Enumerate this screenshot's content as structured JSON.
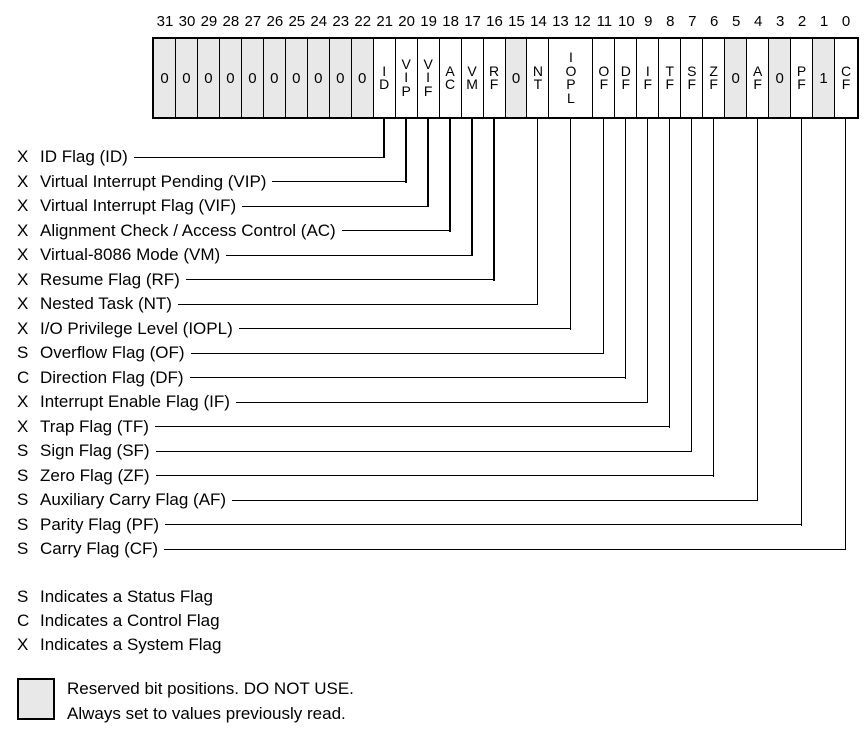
{
  "register": {
    "bit_numbers": [
      "31",
      "30",
      "29",
      "28",
      "27",
      "26",
      "25",
      "24",
      "23",
      "22",
      "21",
      "20",
      "19",
      "18",
      "17",
      "16",
      "15",
      "14",
      "13",
      "12",
      "11",
      "10",
      "9",
      "8",
      "7",
      "6",
      "5",
      "4",
      "3",
      "2",
      "1",
      "0"
    ],
    "cells": [
      {
        "bit": "31",
        "value": "0",
        "reserved": true
      },
      {
        "bit": "30",
        "value": "0",
        "reserved": true
      },
      {
        "bit": "29",
        "value": "0",
        "reserved": true
      },
      {
        "bit": "28",
        "value": "0",
        "reserved": true
      },
      {
        "bit": "27",
        "value": "0",
        "reserved": true
      },
      {
        "bit": "26",
        "value": "0",
        "reserved": true
      },
      {
        "bit": "25",
        "value": "0",
        "reserved": true
      },
      {
        "bit": "24",
        "value": "0",
        "reserved": true
      },
      {
        "bit": "23",
        "value": "0",
        "reserved": true
      },
      {
        "bit": "22",
        "value": "0",
        "reserved": true
      },
      {
        "bit": "21",
        "letters": [
          "I",
          "D"
        ],
        "reserved": false
      },
      {
        "bit": "20",
        "letters": [
          "V",
          "I",
          "P"
        ],
        "reserved": false
      },
      {
        "bit": "19",
        "letters": [
          "V",
          "I",
          "F"
        ],
        "reserved": false
      },
      {
        "bit": "18",
        "letters": [
          "A",
          "C"
        ],
        "reserved": false
      },
      {
        "bit": "17",
        "letters": [
          "V",
          "M"
        ],
        "reserved": false
      },
      {
        "bit": "16",
        "letters": [
          "R",
          "F"
        ],
        "reserved": false
      },
      {
        "bit": "15",
        "value": "0",
        "reserved": true
      },
      {
        "bit": "14",
        "letters": [
          "N",
          "T"
        ],
        "reserved": false
      },
      {
        "bit": "13-12",
        "letters": [
          "I",
          "O",
          "P",
          "L"
        ],
        "reserved": false,
        "span": 2
      },
      {
        "bit": "11",
        "letters": [
          "O",
          "F"
        ],
        "reserved": false
      },
      {
        "bit": "10",
        "letters": [
          "D",
          "F"
        ],
        "reserved": false
      },
      {
        "bit": "9",
        "letters": [
          "I",
          "F"
        ],
        "reserved": false
      },
      {
        "bit": "8",
        "letters": [
          "T",
          "F"
        ],
        "reserved": false
      },
      {
        "bit": "7",
        "letters": [
          "S",
          "F"
        ],
        "reserved": false
      },
      {
        "bit": "6",
        "letters": [
          "Z",
          "F"
        ],
        "reserved": false
      },
      {
        "bit": "5",
        "value": "0",
        "reserved": true
      },
      {
        "bit": "4",
        "letters": [
          "A",
          "F"
        ],
        "reserved": false
      },
      {
        "bit": "3",
        "value": "0",
        "reserved": true
      },
      {
        "bit": "2",
        "letters": [
          "P",
          "F"
        ],
        "reserved": false
      },
      {
        "bit": "1",
        "value": "1",
        "reserved": true
      },
      {
        "bit": "0",
        "letters": [
          "C",
          "F"
        ],
        "reserved": false
      }
    ]
  },
  "flags": [
    {
      "type": "X",
      "label": "ID Flag (ID)",
      "line_bit": 21
    },
    {
      "type": "X",
      "label": "Virtual Interrupt Pending (VIP)",
      "line_bit": 20
    },
    {
      "type": "X",
      "label": "Virtual Interrupt Flag (VIF)",
      "line_bit": 19
    },
    {
      "type": "X",
      "label": "Alignment Check / Access Control (AC)",
      "line_bit": 18
    },
    {
      "type": "X",
      "label": "Virtual-8086 Mode (VM)",
      "line_bit": 17
    },
    {
      "type": "X",
      "label": "Resume Flag (RF)",
      "line_bit": 16
    },
    {
      "type": "X",
      "label": "Nested Task (NT)",
      "line_bit": 14
    },
    {
      "type": "X",
      "label": "I/O Privilege Level (IOPL)",
      "line_bit": 12.5
    },
    {
      "type": "S",
      "label": "Overflow Flag (OF)",
      "line_bit": 11
    },
    {
      "type": "C",
      "label": "Direction Flag (DF)",
      "line_bit": 10
    },
    {
      "type": "X",
      "label": "Interrupt Enable Flag (IF)",
      "line_bit": 9
    },
    {
      "type": "X",
      "label": "Trap Flag (TF)",
      "line_bit": 8
    },
    {
      "type": "S",
      "label": "Sign Flag (SF)",
      "line_bit": 7
    },
    {
      "type": "S",
      "label": "Zero Flag (ZF)",
      "line_bit": 6
    },
    {
      "type": "S",
      "label": "Auxiliary Carry Flag (AF)",
      "line_bit": 4
    },
    {
      "type": "S",
      "label": "Parity Flag (PF)",
      "line_bit": 2
    },
    {
      "type": "S",
      "label": "Carry Flag (CF)",
      "line_bit": 0
    }
  ],
  "legend": {
    "items": [
      {
        "letter": "S",
        "text": "Indicates a Status Flag"
      },
      {
        "letter": "C",
        "text": "Indicates a Control Flag"
      },
      {
        "letter": "X",
        "text": "Indicates a System Flag"
      }
    ],
    "reserved_note": [
      "Reserved bit positions. DO NOT USE.",
      "Always set to values previously read."
    ]
  },
  "colors": {
    "reserved_fill": "#e8e8e8",
    "line": "#000000",
    "background": "#ffffff"
  }
}
